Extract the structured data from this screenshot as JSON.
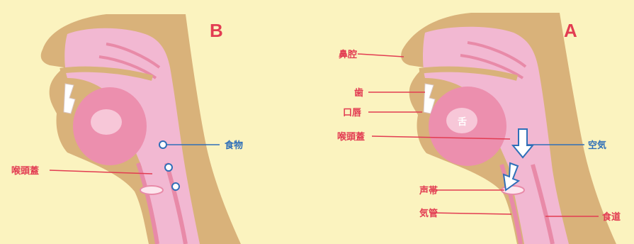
{
  "panels": {
    "b": {
      "letter": "B",
      "labels": {
        "food": "食物",
        "epiglottis": "喉頭蓋"
      }
    },
    "a": {
      "letter": "A",
      "labels": {
        "nasal_cavity": "鼻腔",
        "teeth": "歯",
        "lips": "口唇",
        "tongue": "舌",
        "epiglottis": "喉頭蓋",
        "air": "空気",
        "vocal_cords": "声帯",
        "trachea": "気管",
        "esophagus": "食道"
      }
    }
  },
  "colors": {
    "background": "#fbf3bf",
    "skin": "#d9b27a",
    "tissue": "#f2b8d2",
    "tongue": "#ec8fae",
    "label_red": "#e23c52",
    "label_blue": "#2f6fb8"
  }
}
